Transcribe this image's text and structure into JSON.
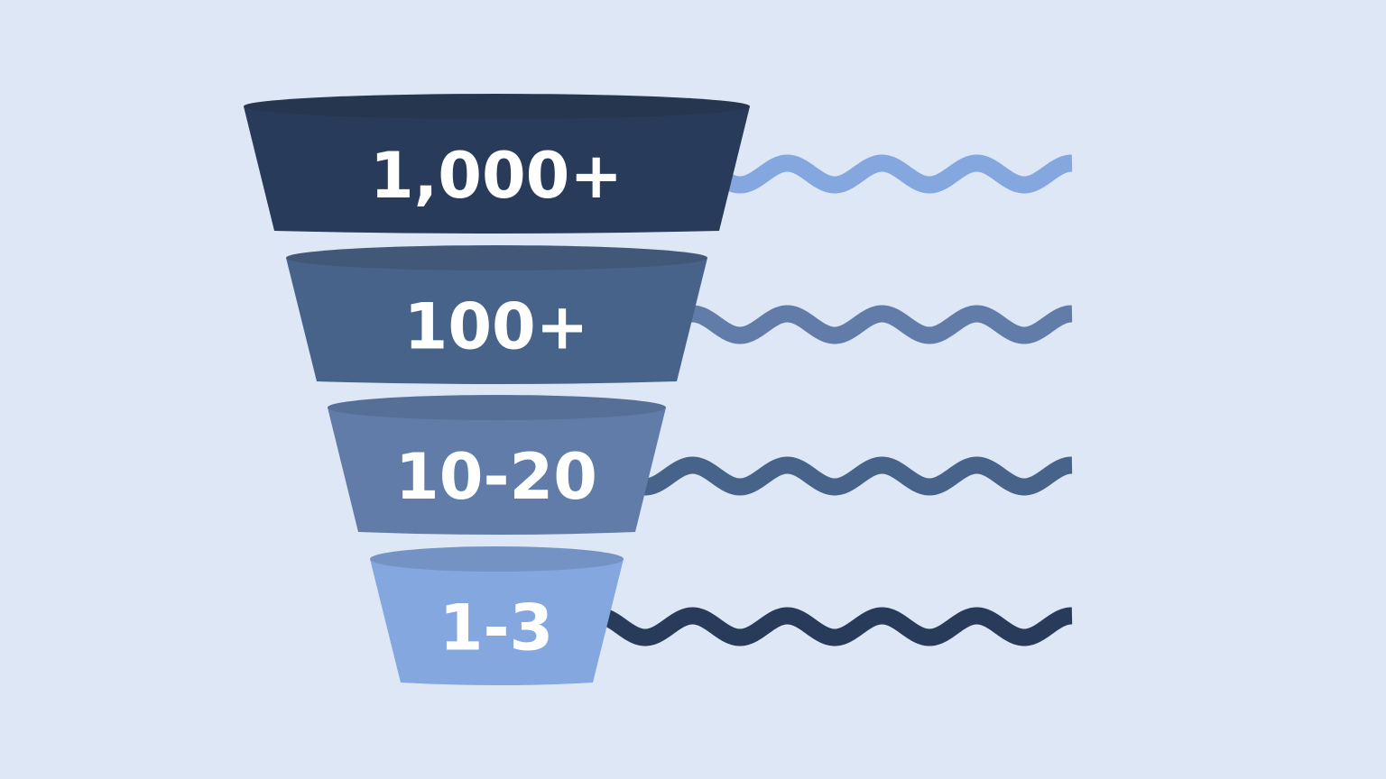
{
  "background_color": "#dde7f6",
  "funnel": {
    "stages": [
      {
        "label": "1,000+",
        "color": "#293b5a",
        "rim_color": "#26364f",
        "wave_color": "#84a7df",
        "wave_icon": "wave-icon"
      },
      {
        "label": "100+",
        "color": "#486389",
        "rim_color": "#425878",
        "wave_color": "#617ca9",
        "wave_icon": "wave-icon"
      },
      {
        "label": "10-20",
        "color": "#617ca9",
        "rim_color": "#566f96",
        "wave_color": "#486389",
        "wave_icon": "wave-icon"
      },
      {
        "label": "1-3",
        "color": "#84a7df",
        "rim_color": "#7493c4",
        "wave_color": "#293b5a",
        "wave_icon": "wave-icon"
      }
    ]
  }
}
